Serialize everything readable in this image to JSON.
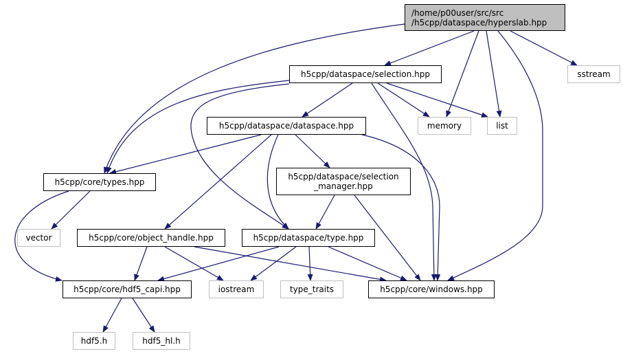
{
  "colors": {
    "edge": "#191970",
    "root_fill": "#bfbfbf",
    "external_border": "#bfbfbf",
    "internal_border": "#000000"
  },
  "nodes": {
    "root": {
      "label": "/home/p00user/src/src\n/h5cpp/dataspace/hyperslab.hpp",
      "type": "root"
    },
    "selection": {
      "label": "h5cpp/dataspace/selection.hpp",
      "type": "internal"
    },
    "sstream": {
      "label": "sstream",
      "type": "external"
    },
    "dataspace": {
      "label": "h5cpp/dataspace/dataspace.hpp",
      "type": "internal"
    },
    "memory": {
      "label": "memory",
      "type": "external"
    },
    "list": {
      "label": "list",
      "type": "external"
    },
    "types": {
      "label": "h5cpp/core/types.hpp",
      "type": "internal"
    },
    "selection_manager": {
      "label": "h5cpp/dataspace/selection\n_manager.hpp",
      "type": "internal"
    },
    "vector": {
      "label": "vector",
      "type": "external"
    },
    "object_handle": {
      "label": "h5cpp/core/object_handle.hpp",
      "type": "internal"
    },
    "type": {
      "label": "h5cpp/dataspace/type.hpp",
      "type": "internal"
    },
    "hdf5_capi": {
      "label": "h5cpp/core/hdf5_capi.hpp",
      "type": "internal"
    },
    "iostream": {
      "label": "iostream",
      "type": "external"
    },
    "type_traits": {
      "label": "type_traits",
      "type": "external"
    },
    "windows": {
      "label": "h5cpp/core/windows.hpp",
      "type": "internal"
    },
    "hdf5_h": {
      "label": "hdf5.h",
      "type": "external"
    },
    "hdf5_hl_h": {
      "label": "hdf5_hl.h",
      "type": "external"
    }
  },
  "edges": [
    [
      "root",
      "types"
    ],
    [
      "root",
      "selection"
    ],
    [
      "root",
      "memory"
    ],
    [
      "root",
      "list"
    ],
    [
      "root",
      "sstream"
    ],
    [
      "root",
      "windows"
    ],
    [
      "selection",
      "types"
    ],
    [
      "selection",
      "type"
    ],
    [
      "selection",
      "dataspace"
    ],
    [
      "selection",
      "memory"
    ],
    [
      "selection",
      "list"
    ],
    [
      "selection",
      "windows"
    ],
    [
      "dataspace",
      "types"
    ],
    [
      "dataspace",
      "object_handle"
    ],
    [
      "dataspace",
      "type"
    ],
    [
      "dataspace",
      "selection_manager"
    ],
    [
      "dataspace",
      "windows"
    ],
    [
      "types",
      "vector"
    ],
    [
      "types",
      "hdf5_capi"
    ],
    [
      "selection_manager",
      "type"
    ],
    [
      "selection_manager",
      "windows"
    ],
    [
      "object_handle",
      "hdf5_capi"
    ],
    [
      "object_handle",
      "iostream"
    ],
    [
      "object_handle",
      "windows"
    ],
    [
      "type",
      "hdf5_capi"
    ],
    [
      "type",
      "iostream"
    ],
    [
      "type",
      "type_traits"
    ],
    [
      "type",
      "windows"
    ],
    [
      "hdf5_capi",
      "hdf5_h"
    ],
    [
      "hdf5_capi",
      "hdf5_hl_h"
    ]
  ]
}
